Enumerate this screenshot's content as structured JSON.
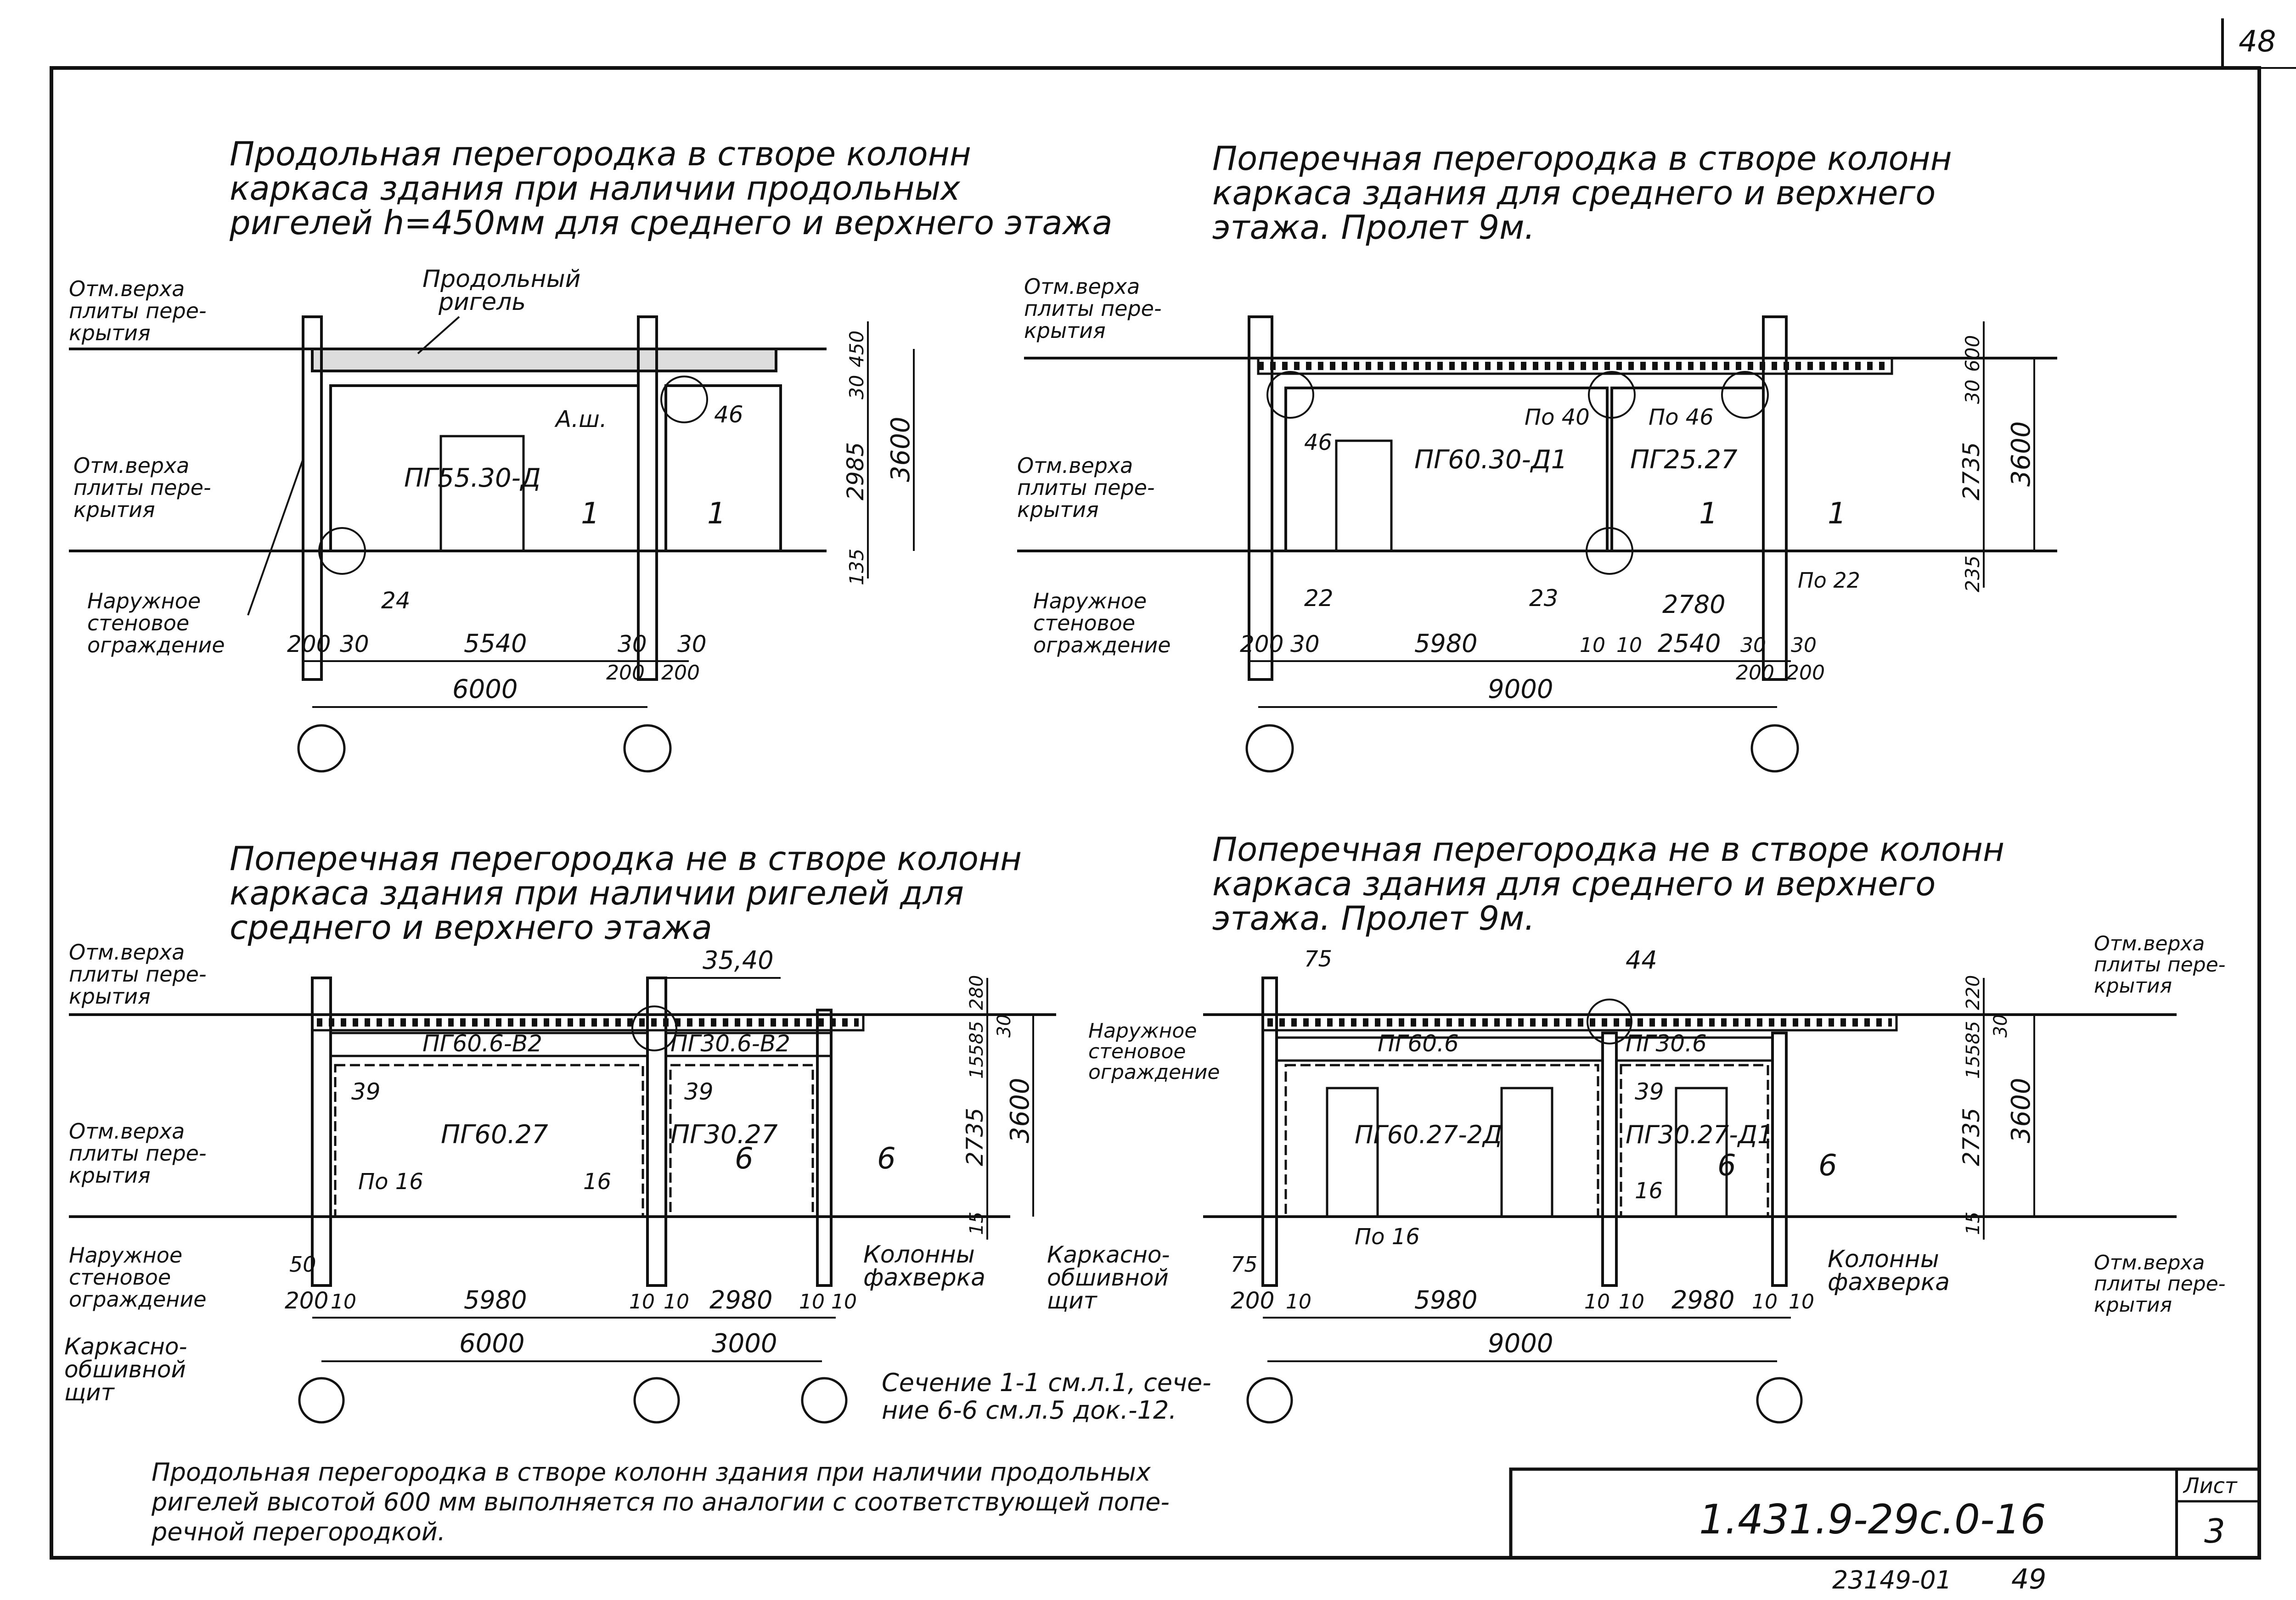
{
  "sheet": {
    "page_number_top": "48",
    "code": "1.431.9-29с.0-16",
    "sheet_label": "Лист",
    "sheet_number": "3",
    "inventory": "23149-01",
    "page_bottom": "49"
  },
  "common": {
    "level_mark": [
      "Отм.верха",
      "плиты пере-",
      "крытия"
    ],
    "outer_wall": [
      "Наружное",
      "стеновое",
      "ограждение"
    ],
    "frame_panel": [
      "Каркасно-",
      "обшивной",
      "щит"
    ],
    "columns": [
      "Колонны",
      "фахверка"
    ]
  },
  "d1": {
    "title": [
      "Продольная перегородка в створе колонн",
      "каркаса здания при наличии продольных",
      "ригелей h=450мм для среднего и верхнего этажа"
    ],
    "beam_label": [
      "Продольный",
      "ригель"
    ],
    "panel": "ПГ55.30-Д",
    "tag_a": "А.ш.",
    "n46": "46",
    "n24": "24",
    "cut": "1",
    "dims_bottom": [
      "200",
      "30",
      "5540",
      "30",
      "30",
      "200",
      "200"
    ],
    "span": "6000",
    "dims_right": [
      "30",
      "450",
      "2985",
      "135",
      "3600"
    ]
  },
  "d2": {
    "title": [
      "Поперечная перегородка в створе колонн",
      "каркаса здания для среднего и верхнего",
      "этажа. Пролет 9м."
    ],
    "panel1": "ПГ60.30-Д1",
    "panel2": "ПГ25.27",
    "n46": "46",
    "po40": "По 40",
    "po46": "По 46",
    "po22": "По 22",
    "n22": "22",
    "n23": "23",
    "cut": "1",
    "dim_2780": "2780",
    "dims_bottom": [
      "200",
      "30",
      "5980",
      "10",
      "10",
      "2540",
      "30",
      "30",
      "200",
      "200"
    ],
    "span": "9000",
    "dims_right": [
      "30",
      "600",
      "2735",
      "235",
      "3600"
    ]
  },
  "d3": {
    "title": [
      "Поперечная перегородка не в створе колонн",
      "каркаса здания при наличии ригелей для",
      "среднего и верхнего этажа"
    ],
    "callout": "35,40",
    "beam1": "ПГ60.6-В2",
    "beam2": "ПГ30.6-В2",
    "panel1": "ПГ60.27",
    "panel2": "ПГ30.27",
    "n39a": "39",
    "n39b": "39",
    "po16": "По 16",
    "n16": "16",
    "cut": "6",
    "n50": "50",
    "dims_bottom": [
      "200",
      "10",
      "5980",
      "10",
      "10",
      "2980",
      "10",
      "10"
    ],
    "spans": [
      "6000",
      "3000"
    ],
    "dims_right": [
      "280",
      "30",
      "585",
      "15",
      "2735",
      "15",
      "3600"
    ]
  },
  "d4": {
    "title": [
      "Поперечная перегородка не в створе колонн",
      "каркаса здания для среднего и верхнего",
      "этажа. Пролет 9м."
    ],
    "n75a": "75",
    "n75b": "75",
    "callout": "44",
    "beam1": "ПГ60.6",
    "beam2": "ПГ30.6",
    "panel1": "ПГ60.27-2Д",
    "panel2": "ПГ30.27-Д1",
    "n39": "39",
    "n16": "16",
    "po16": "По 16",
    "cut": "6",
    "dims_bottom": [
      "200",
      "10",
      "5980",
      "10",
      "10",
      "2980",
      "10",
      "10"
    ],
    "span": "9000",
    "dims_right": [
      "220",
      "30",
      "585",
      "15",
      "2735",
      "15",
      "3600"
    ]
  },
  "section_note": [
    "Сечение 1-1 см.л.1, сече-",
    "ние 6-6 см.л.5 док.-12."
  ],
  "bottom_note": [
    "Продольная перегородка в створе колонн здания при наличии продольных",
    "ригелей высотой 600 мм выполняется по аналогии с соответствующей попе-",
    "речной перегородкой."
  ]
}
